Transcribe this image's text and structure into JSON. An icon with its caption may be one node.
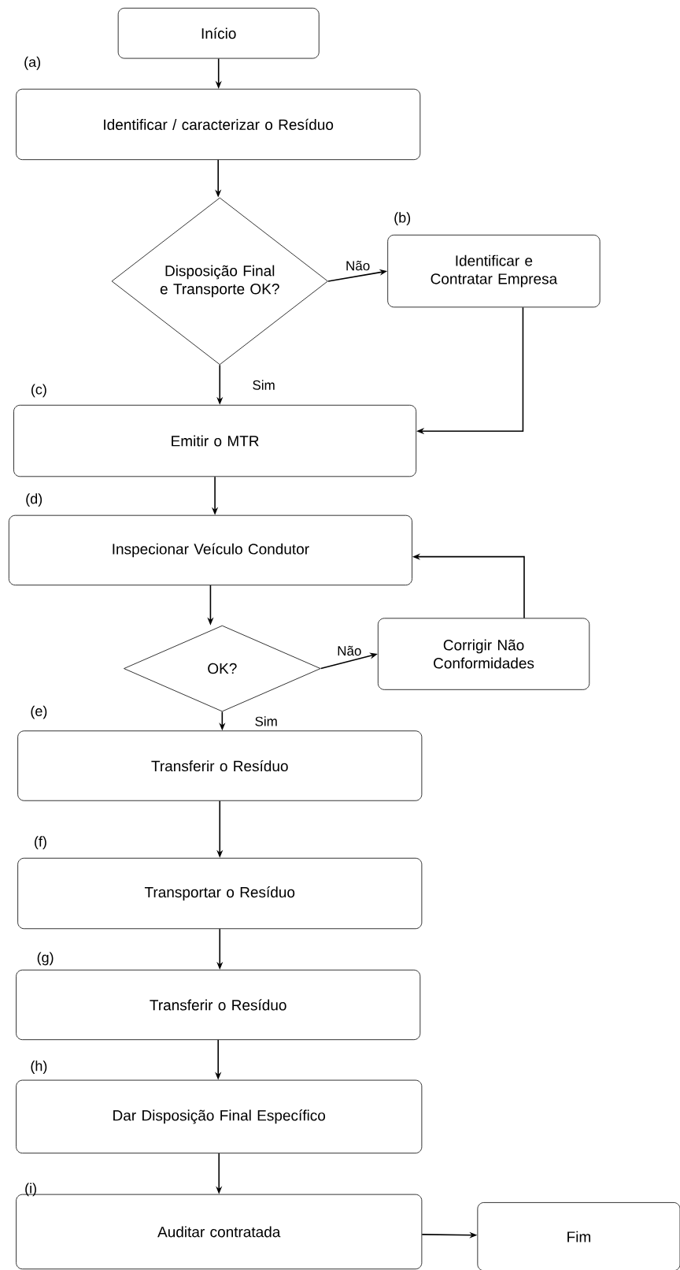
{
  "diagram": {
    "nodes": [
      {
        "text": [
          "Início"
        ]
      },
      {
        "text": [
          "Identificar / caracterizar o Resíduo"
        ],
        "beside": [
          "(a)"
        ]
      },
      {
        "text": [
          "Disposição Final e Transporte OK?"
        ]
      },
      {
        "text": [
          "Identificar e Contratar Empresa"
        ],
        "beside": [
          "(b)"
        ]
      },
      {
        "text": [
          "Emitir o MTR"
        ],
        "beside": [
          "(c)"
        ]
      },
      {
        "text": [
          "Inspecionar Veículo Condutor"
        ],
        "beside": [
          "(d)"
        ]
      },
      {
        "text": [
          "OK?"
        ]
      },
      {
        "text": [
          "Corrigir Não Conformidades"
        ]
      },
      {
        "text": [
          "Transferir o Resíduo"
        ],
        "beside": [
          "(e)"
        ]
      },
      {
        "text": [
          "Transportar o Resíduo"
        ],
        "beside": [
          "(f)"
        ]
      },
      {
        "text": [
          "Transferir o Resíduo"
        ],
        "beside": [
          "(g)"
        ]
      },
      {
        "text": [
          "Dar Disposição Final Específico"
        ],
        "beside": [
          "(h)"
        ]
      },
      {
        "text": [
          "Auditar contratada"
        ],
        "beside": [
          "(i)"
        ]
      },
      {
        "text": [
          "Fim"
        ]
      }
    ],
    "edges": [
      {
        "from": 0,
        "to": 1,
        "arrow": "to"
      },
      {
        "from": 1,
        "to": 2,
        "arrow": "to"
      },
      {
        "from": 2,
        "to": 3,
        "arrow": "to",
        "label": "Não"
      },
      {
        "from": 2,
        "to": 4,
        "arrow": "to",
        "label": "Sim"
      },
      {
        "from": 3,
        "to": 4,
        "arrow": "to"
      },
      {
        "from": 4,
        "to": 5,
        "arrow": "to"
      },
      {
        "from": 5,
        "to": 6,
        "arrow": "to"
      },
      {
        "from": 6,
        "to": 7,
        "arrow": "to",
        "label": "Não"
      },
      {
        "from": 7,
        "to": 5,
        "arrow": "to"
      },
      {
        "from": 6,
        "to": 8,
        "arrow": "to",
        "label": "Sim"
      },
      {
        "from": 8,
        "to": 9,
        "arrow": "to"
      },
      {
        "from": 9,
        "to": 10,
        "arrow": "to"
      },
      {
        "from": 10,
        "to": 11,
        "arrow": "to"
      },
      {
        "from": 11,
        "to": 12,
        "arrow": "to"
      },
      {
        "from": 12,
        "to": 13,
        "arrow": "to"
      }
    ]
  }
}
